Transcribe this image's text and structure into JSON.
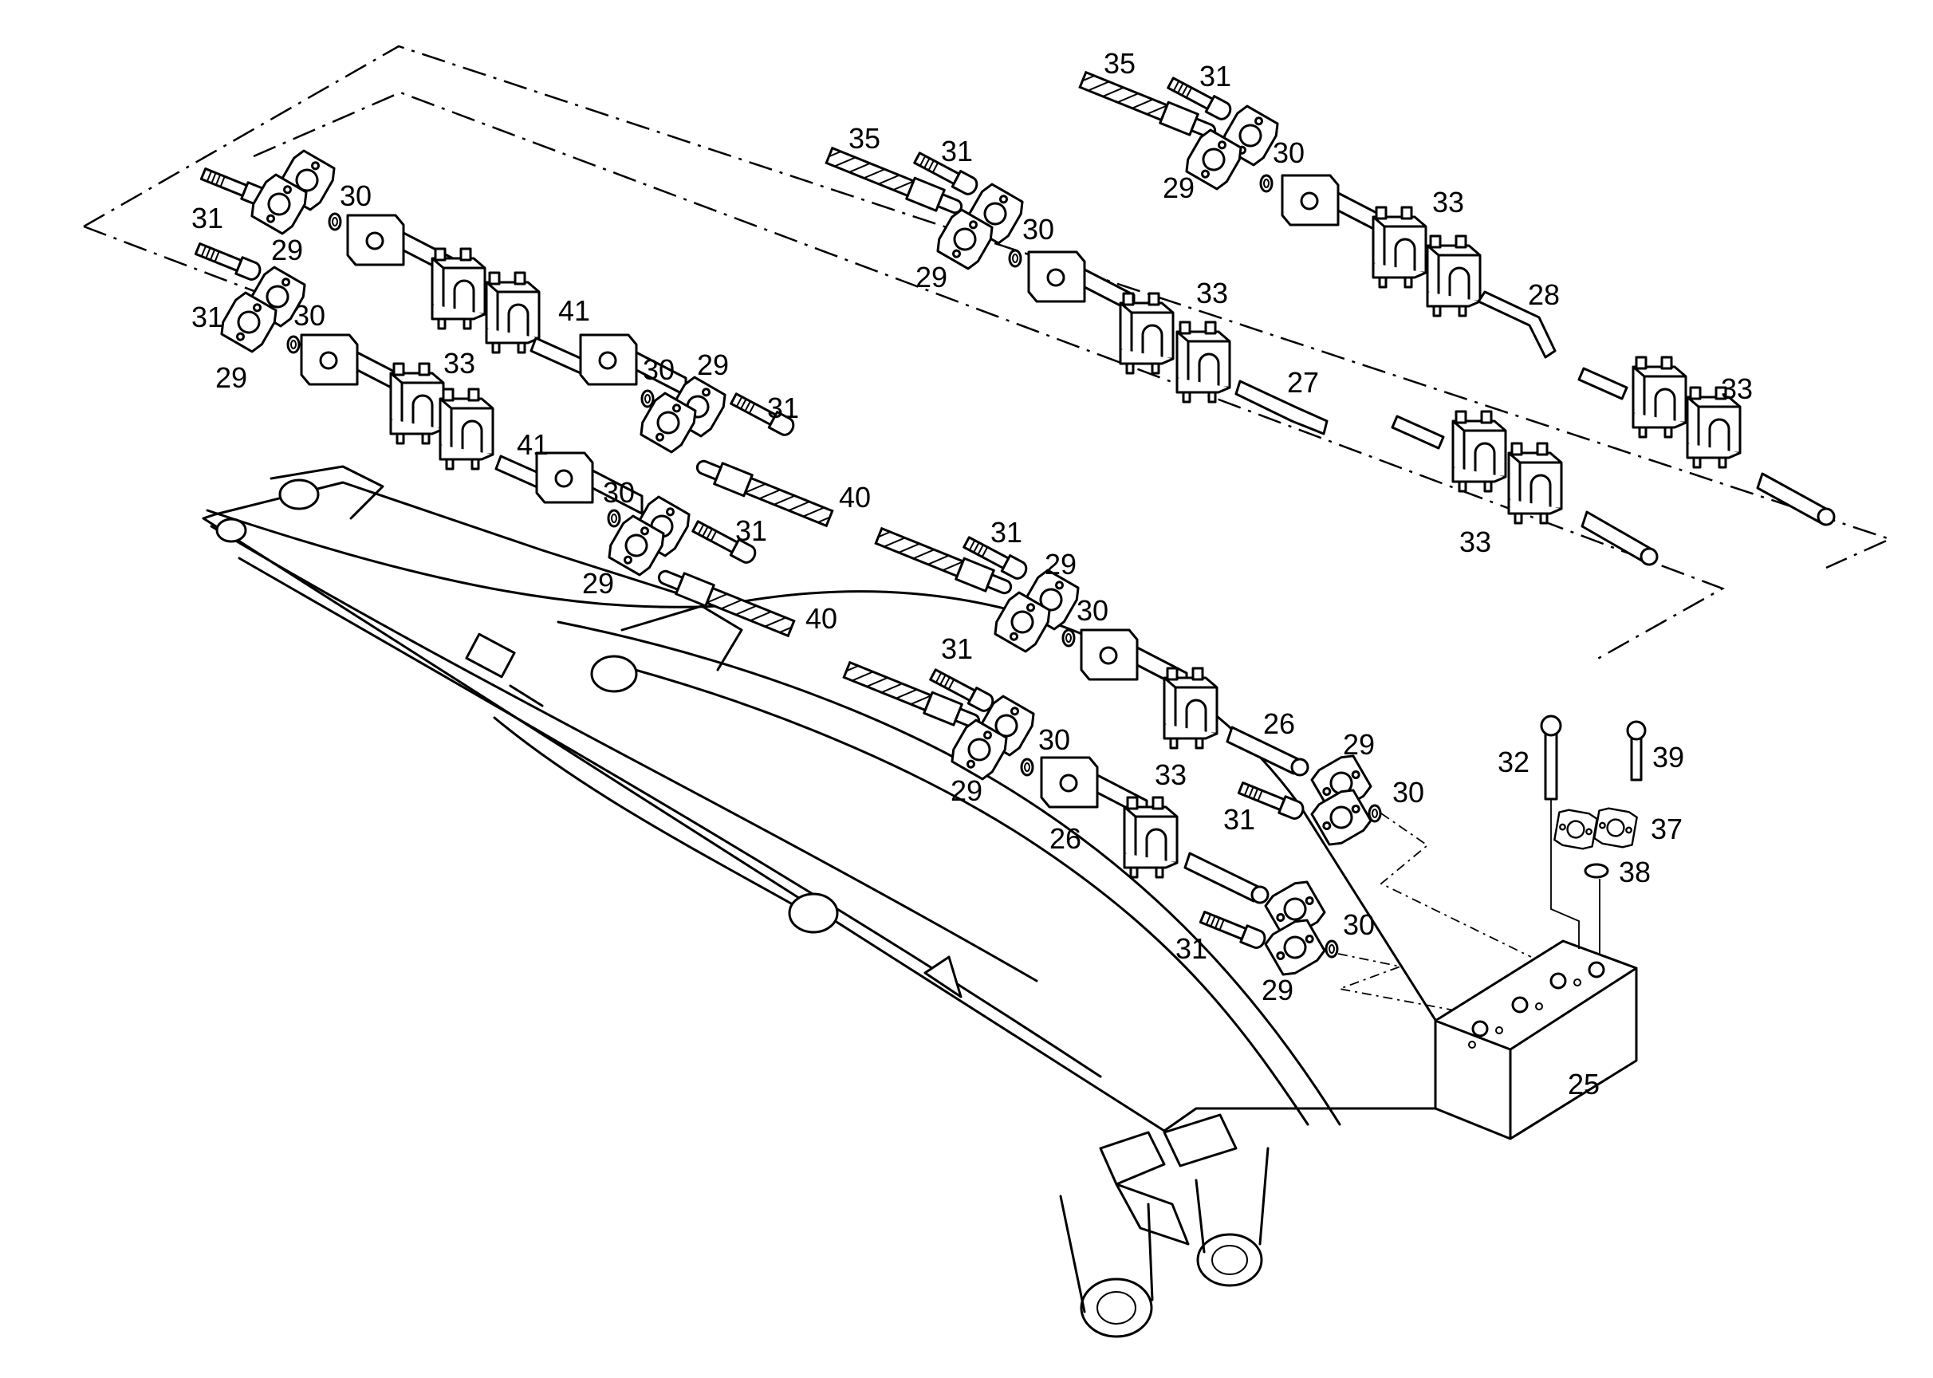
{
  "callouts": [
    {
      "id": "c35a",
      "text": "35"
    },
    {
      "id": "c31a",
      "text": "31"
    },
    {
      "id": "c30a",
      "text": "30"
    },
    {
      "id": "c29a",
      "text": "29"
    },
    {
      "id": "c33a",
      "text": "33"
    },
    {
      "id": "c28",
      "text": "28"
    },
    {
      "id": "c35b",
      "text": "35"
    },
    {
      "id": "c31b",
      "text": "31"
    },
    {
      "id": "c30b",
      "text": "30"
    },
    {
      "id": "c29b",
      "text": "29"
    },
    {
      "id": "c33b",
      "text": "33"
    },
    {
      "id": "c27",
      "text": "27"
    },
    {
      "id": "c33c",
      "text": "33"
    },
    {
      "id": "c33d",
      "text": "33"
    },
    {
      "id": "c30c",
      "text": "30"
    },
    {
      "id": "c31c",
      "text": "31"
    },
    {
      "id": "c29c",
      "text": "29"
    },
    {
      "id": "c31d",
      "text": "31"
    },
    {
      "id": "c30d",
      "text": "30"
    },
    {
      "id": "c29d",
      "text": "29"
    },
    {
      "id": "c33e",
      "text": "33"
    },
    {
      "id": "c41a",
      "text": "41"
    },
    {
      "id": "c30e",
      "text": "30"
    },
    {
      "id": "c29e",
      "text": "29"
    },
    {
      "id": "c31e",
      "text": "31"
    },
    {
      "id": "c41b",
      "text": "41"
    },
    {
      "id": "c40a",
      "text": "40"
    },
    {
      "id": "c30f",
      "text": "30"
    },
    {
      "id": "c31f",
      "text": "31"
    },
    {
      "id": "c29f",
      "text": "29"
    },
    {
      "id": "c40b",
      "text": "40"
    },
    {
      "id": "c31g",
      "text": "31"
    },
    {
      "id": "c29g",
      "text": "29"
    },
    {
      "id": "c30g",
      "text": "30"
    },
    {
      "id": "c31h",
      "text": "31"
    },
    {
      "id": "c30h",
      "text": "30"
    },
    {
      "id": "c29h",
      "text": "29"
    },
    {
      "id": "c33f",
      "text": "33"
    },
    {
      "id": "c26a",
      "text": "26"
    },
    {
      "id": "c29i",
      "text": "29"
    },
    {
      "id": "c30i",
      "text": "30"
    },
    {
      "id": "c31i",
      "text": "31"
    },
    {
      "id": "c26b",
      "text": "26"
    },
    {
      "id": "c30j",
      "text": "30"
    },
    {
      "id": "c31j",
      "text": "31"
    },
    {
      "id": "c29j",
      "text": "29"
    },
    {
      "id": "c32",
      "text": "32"
    },
    {
      "id": "c39",
      "text": "39"
    },
    {
      "id": "c37",
      "text": "37"
    },
    {
      "id": "c38",
      "text": "38"
    },
    {
      "id": "c25",
      "text": "25"
    }
  ]
}
